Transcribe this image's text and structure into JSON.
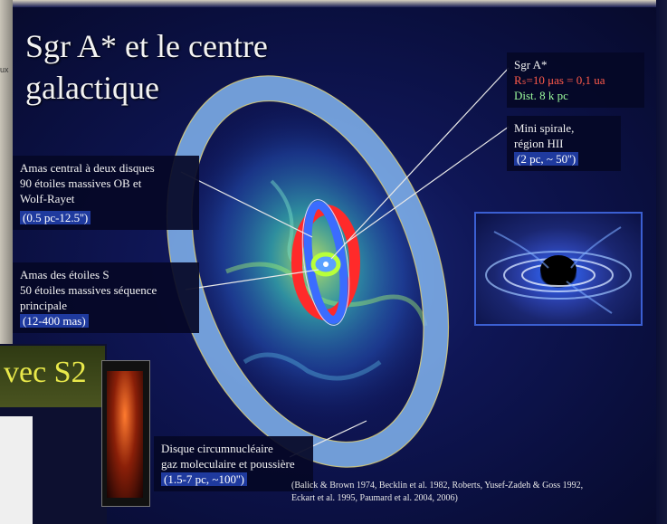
{
  "title": {
    "line1": "Sgr A* et le centre",
    "line2": "galactique"
  },
  "labels": {
    "sgra": {
      "name": "Sgr A*",
      "radius": "Rₛ=10 μas = 0,1 ua",
      "dist": "Dist. 8 k pc"
    },
    "mini_spirale": {
      "line1": "Mini spirale,",
      "line2": "région HII",
      "line3": "(2 pc, ~ 50'')"
    },
    "amas_central": {
      "line1": "Amas central à deux disques",
      "line2": "90 étoiles massives OB et",
      "line3": "Wolf-Rayet",
      "line4": "(0.5 pc-12.5'')"
    },
    "amas_s": {
      "line1": "Amas des étoiles S",
      "line2": "50 étoiles massives séquence",
      "line3": "principale",
      "line4": "(12-400 mas)"
    },
    "disque": {
      "line1": "Disque circumnucléaire",
      "line2": "gaz moleculaire et poussière",
      "line3": "(1.5-7 pc, ~100'')"
    }
  },
  "credits": {
    "line1": "(Balick & Brown 1974, Becklin et al. 1982, Roberts, Yusef-Zadeh & Goss 1992,",
    "line2": "Eckart et al. 1995, Paumard et al. 2004, 2006)"
  },
  "slide2": {
    "title": "vec S2"
  },
  "edge_text": "ux",
  "colors": {
    "ring_outer": "#7fb0ea",
    "ring_red": "#ff2a2a",
    "ring_blue": "#3b6cff",
    "ring_green": "#b8ff3a",
    "callout_line": "#e8e8e8"
  }
}
